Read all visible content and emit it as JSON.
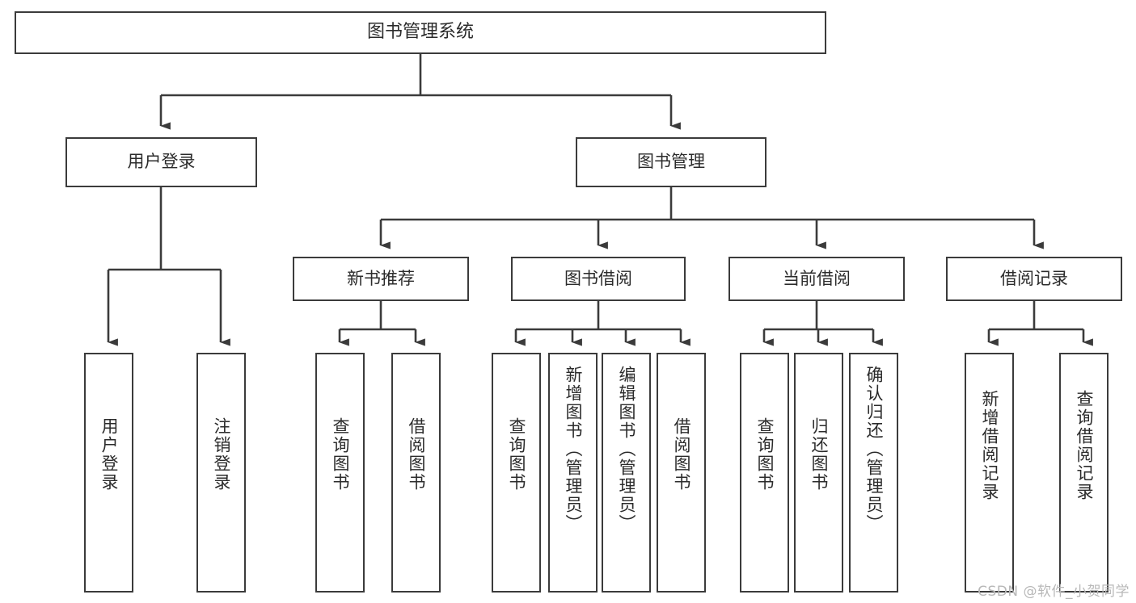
{
  "diagram": {
    "type": "tree-hierarchy",
    "title": "图书管理系统",
    "root": {
      "label": "图书管理系统"
    },
    "level2": [
      {
        "id": "user-login",
        "label": "用户登录"
      },
      {
        "id": "book-manage",
        "label": "图书管理"
      }
    ],
    "level3": [
      {
        "id": "new-book-recommend",
        "label": "新书推荐",
        "parent": "book-manage"
      },
      {
        "id": "book-borrow",
        "label": "图书借阅",
        "parent": "book-manage"
      },
      {
        "id": "current-borrow",
        "label": "当前借阅",
        "parent": "book-manage"
      },
      {
        "id": "borrow-record",
        "label": "借阅记录",
        "parent": "book-manage"
      }
    ],
    "leaves": [
      {
        "id": "leaf-user-login",
        "label": "用户登录",
        "parent": "user-login"
      },
      {
        "id": "leaf-user-logout",
        "label": "注销登录",
        "parent": "user-login"
      },
      {
        "id": "leaf-query-book-1",
        "label": "查询图书",
        "parent": "new-book-recommend"
      },
      {
        "id": "leaf-borrow-book-1",
        "label": "借阅图书",
        "parent": "new-book-recommend"
      },
      {
        "id": "leaf-query-book-2",
        "label": "查询图书",
        "parent": "book-borrow"
      },
      {
        "id": "leaf-add-book",
        "label": "新增图书（管理员）",
        "parent": "book-borrow"
      },
      {
        "id": "leaf-edit-book",
        "label": "编辑图书（管理员）",
        "parent": "book-borrow"
      },
      {
        "id": "leaf-borrow-book-2",
        "label": "借阅图书",
        "parent": "book-borrow"
      },
      {
        "id": "leaf-query-book-3",
        "label": "查询图书",
        "parent": "current-borrow"
      },
      {
        "id": "leaf-return-book",
        "label": "归还图书",
        "parent": "current-borrow"
      },
      {
        "id": "leaf-confirm-return",
        "label": "确认归还（管理员）",
        "parent": "current-borrow"
      },
      {
        "id": "leaf-add-record",
        "label": "新增借阅记录",
        "parent": "borrow-record"
      },
      {
        "id": "leaf-query-record",
        "label": "查询借阅记录",
        "parent": "borrow-record"
      }
    ],
    "colors": {
      "stroke": "#3b3b3b",
      "fill": "#ffffff",
      "text": "#2b2b2b",
      "watermark": "#b8b8b8"
    }
  },
  "watermark": {
    "text": "CSDN @软件_小贺同学"
  }
}
